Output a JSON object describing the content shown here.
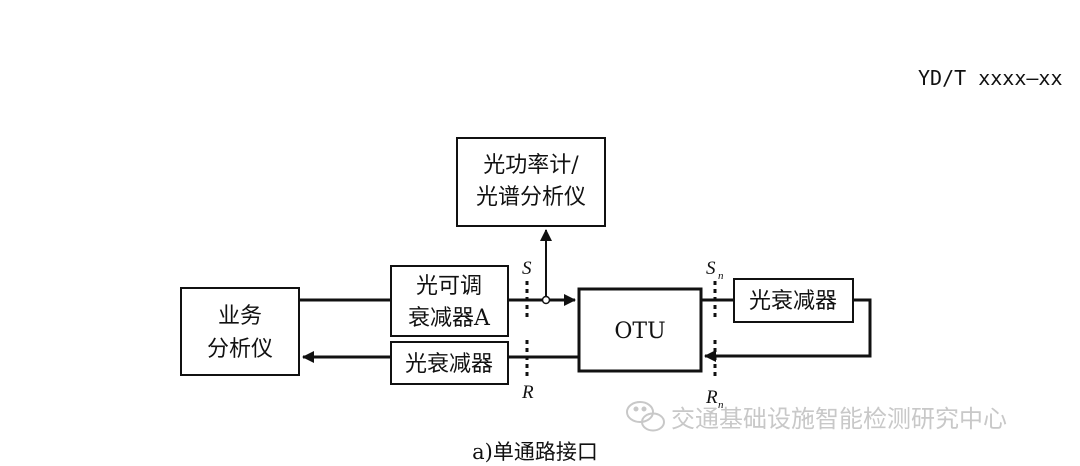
{
  "header": {
    "doc_code": "YD/T xxxx—xx"
  },
  "diagram": {
    "power_meter": {
      "line1": "光功率计/",
      "line2": "光谱分析仪"
    },
    "service_analyzer": {
      "line1": "业务",
      "line2": "分析仪"
    },
    "vat_a": {
      "line1": "光可调",
      "line2": "衰减器A"
    },
    "attenuator_rx": "光衰减器",
    "attenuator_loop": "光衰减器",
    "otu": "OTU",
    "ref_points": {
      "S": "S",
      "R": "R",
      "Sn_main": "S",
      "Sn_sub": "n",
      "Rn_main": "R",
      "Rn_sub": "n"
    },
    "caption": "a)单通路接口"
  },
  "watermark": {
    "text": "交通基础设施智能检测研究中心",
    "icon": "wechat-icon"
  }
}
